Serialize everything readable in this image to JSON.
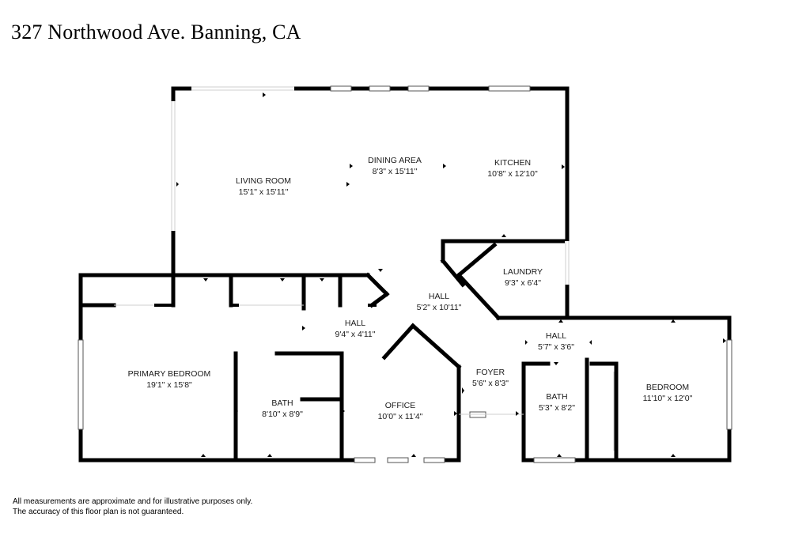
{
  "header": {
    "title": "327 Northwood Ave. Banning, CA"
  },
  "rooms": [
    {
      "id": "living-room",
      "name": "LIVING ROOM",
      "dims": "15'1\" x 15'11\""
    },
    {
      "id": "dining-area",
      "name": "DINING AREA",
      "dims": "8'3\" x 15'11\""
    },
    {
      "id": "kitchen",
      "name": "KITCHEN",
      "dims": "10'8\" x 12'10\""
    },
    {
      "id": "laundry",
      "name": "LAUNDRY",
      "dims": "9'3\" x 6'4\""
    },
    {
      "id": "hall-center",
      "name": "HALL",
      "dims": "5'2\" x 10'11\""
    },
    {
      "id": "hall-left",
      "name": "HALL",
      "dims": "9'4\" x 4'11\""
    },
    {
      "id": "hall-right",
      "name": "HALL",
      "dims": "5'7\" x 3'6\""
    },
    {
      "id": "primary-bedroom",
      "name": "PRIMARY BEDROOM",
      "dims": "19'1\" x 15'8\""
    },
    {
      "id": "bath-left",
      "name": "BATH",
      "dims": "8'10\" x 8'9\""
    },
    {
      "id": "office",
      "name": "OFFICE",
      "dims": "10'0\" x 11'4\""
    },
    {
      "id": "foyer",
      "name": "FOYER",
      "dims": "5'6\" x 8'3\""
    },
    {
      "id": "bath-right",
      "name": "BATH",
      "dims": "5'3\" x 8'2\""
    },
    {
      "id": "bedroom",
      "name": "BEDROOM",
      "dims": "11'10\" x 12'0\""
    }
  ],
  "footer": {
    "disclaimer_line1": "All measurements are approximate and for illustrative purposes only.",
    "disclaimer_line2": "The accuracy of this floor plan is not guaranteed."
  }
}
